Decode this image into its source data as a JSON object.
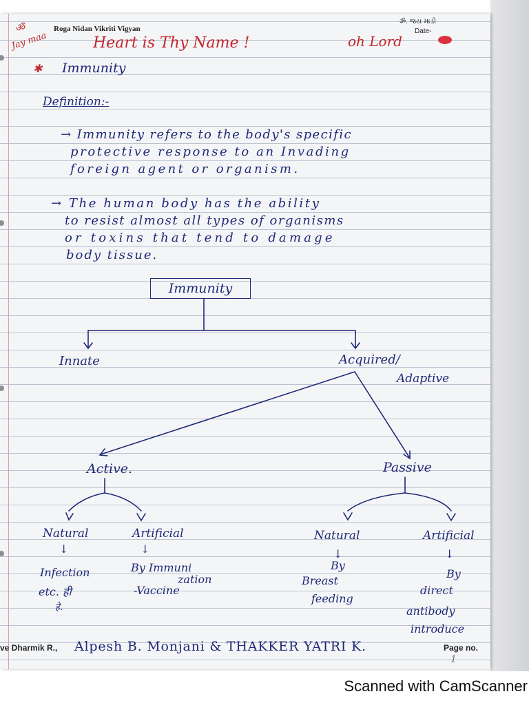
{
  "header": {
    "om_mark": "ॐ",
    "jay_maa": "Jay maa",
    "printed_title": "Roga Nidan Vikriti Vigyan",
    "gujarati": "ॐ. જય માડી",
    "date_label": "Date-",
    "heart_line": "Heart is Thy Name !",
    "oh_lord": "oh Lord"
  },
  "heading": {
    "bullet": "✱",
    "title": "Immunity"
  },
  "definition": {
    "label": "Definition:-",
    "point1": [
      "→ Immunity refers to the body's specific",
      "protective response to an Invading",
      "foreign agent or organism."
    ],
    "point2": [
      "→ The human body has the ability",
      "to resist almost all types of organisms",
      "or toxins that tend to damage",
      "body tissue."
    ]
  },
  "tree": {
    "root": "Immunity",
    "innate": "Innate",
    "acquired_line1": "Acquired/",
    "acquired_line2": "Adaptive",
    "active": "Active.",
    "passive": "Passive",
    "active_natural": "Natural",
    "active_artificial": "Artificial",
    "passive_natural": "Natural",
    "passive_artificial": "Artificial",
    "arrow": "↓",
    "infection1": "Infection",
    "infection2": "etc. ही",
    "infection3": "हे.",
    "immun1": "By Immuni",
    "immun2": "zation",
    "immun3": "-Vaccine",
    "breast1": "By",
    "breast2": "Breast",
    "breast3": "feeding",
    "antibody1": "By",
    "antibody2": "direct",
    "antibody3": "antibody",
    "antibody4": "introduce"
  },
  "footer": {
    "names_printed": "ve Dharmik R.,",
    "names_hand": "Alpesh B. Monjani & THAKKER YATRI K.",
    "page_label": "Page no.",
    "page_number": "1",
    "watermark": "Scanned with CamScanner"
  }
}
